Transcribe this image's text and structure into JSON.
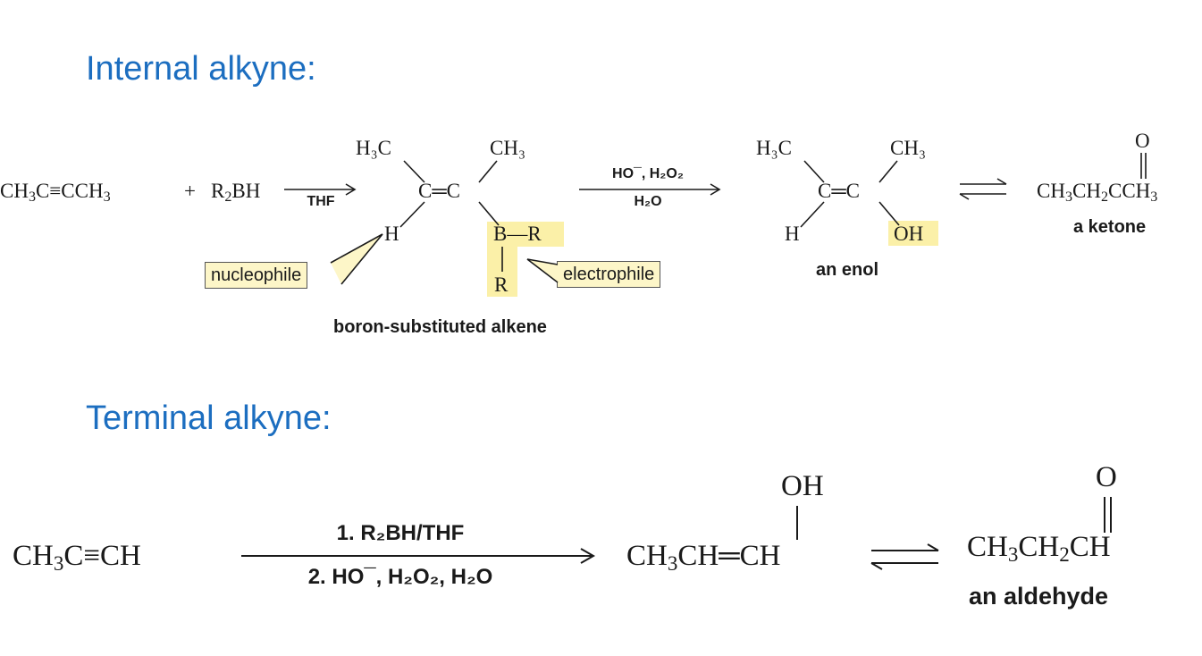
{
  "internal": {
    "heading": "Internal alkyne:",
    "plus": "+",
    "solvent": "THF",
    "reagent_top": "HO¯, H₂O₂",
    "reagent_bottom": "H₂O",
    "h3c_left": "H₃C",
    "ch3_right": "CH₃",
    "cc": "C═C",
    "h": "H",
    "b_r": "B—R",
    "r": "R",
    "h3c_enol": "H₃C",
    "ch3_enol": "CH₃",
    "cc_enol": "C═C",
    "h_enol": "H",
    "oh": "OH",
    "o_ketone": "O",
    "label_boron": "boron-substituted alkene",
    "label_enol": "an enol",
    "label_ketone": "a ketone",
    "callout_nucleophile": "nucleophile",
    "callout_electrophile": "electrophile"
  },
  "terminal": {
    "heading": "Terminal alkyne:",
    "reagent_top": "1. R₂BH/THF",
    "reagent_bottom": "2. HO¯, H₂O₂, H₂O",
    "oh": "OH",
    "o_aldehyde": "O",
    "label_aldehyde": "an aldehyde"
  }
}
